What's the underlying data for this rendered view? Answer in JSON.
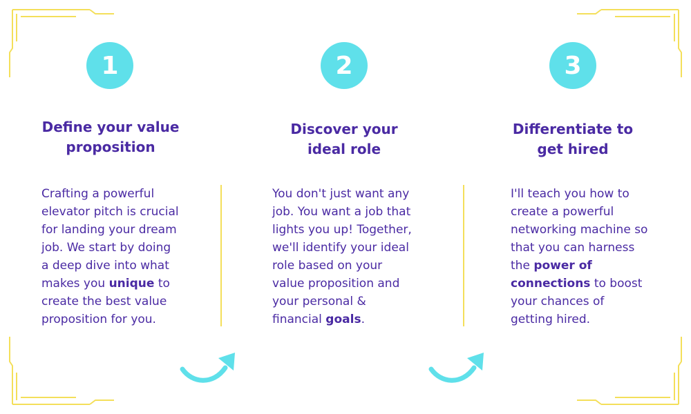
{
  "colors": {
    "accent": "#5fe0ea",
    "text": "#4a2aa3",
    "frame": "#f4df5a",
    "background": "#ffffff"
  },
  "steps": [
    {
      "number": "1",
      "title_lines": [
        "Define your value",
        "proposition"
      ],
      "body_lines": [
        [
          "Crafting a powerful"
        ],
        [
          "elevator pitch is crucial"
        ],
        [
          "for landing your dream"
        ],
        [
          "job. We start by doing"
        ],
        [
          "a deep dive into what"
        ],
        [
          "makes you ",
          "unique",
          " to"
        ],
        [
          "create the best value"
        ],
        [
          "proposition for you."
        ]
      ]
    },
    {
      "number": "2",
      "title_lines": [
        "Discover your",
        "ideal role"
      ],
      "body_lines": [
        [
          "You don't just want any"
        ],
        [
          "job. You want a job that"
        ],
        [
          "lights you up! Together,"
        ],
        [
          "we'll identify your ideal"
        ],
        [
          "role based on your"
        ],
        [
          "value proposition and"
        ],
        [
          "your personal &"
        ],
        [
          "financial ",
          "goals",
          "."
        ]
      ]
    },
    {
      "number": "3",
      "title_lines": [
        "Differentiate to",
        "get hired"
      ],
      "body_lines": [
        [
          "I'll teach you how to"
        ],
        [
          "create a powerful"
        ],
        [
          "networking machine so"
        ],
        [
          "that you can harness"
        ],
        [
          "the ",
          "power of"
        ],
        [
          "connections",
          " to boost"
        ],
        [
          "your chances of"
        ],
        [
          "getting hired."
        ]
      ]
    }
  ],
  "icons": {
    "arrow_1": "curved-arrow-icon",
    "arrow_2": "curved-arrow-icon"
  }
}
